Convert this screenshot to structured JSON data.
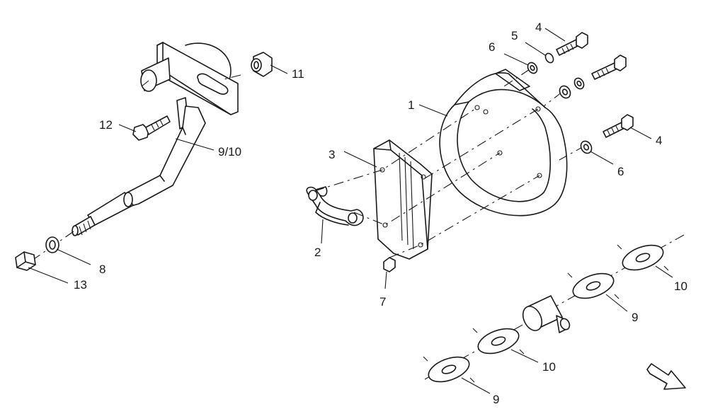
{
  "labels": {
    "p1": "1",
    "p2": "2",
    "p3": "3",
    "p4a": "4",
    "p4b": "4",
    "p5": "5",
    "p6a": "6",
    "p6b": "6",
    "p7": "7",
    "p8": "8",
    "p9_10": "9/10",
    "p9a": "9",
    "p9b": "9",
    "p10a": "10",
    "p10b": "10",
    "p11": "11",
    "p12": "12",
    "p13": "13"
  },
  "icons": {
    "direction_arrow": "arrow-right-down-icon"
  }
}
